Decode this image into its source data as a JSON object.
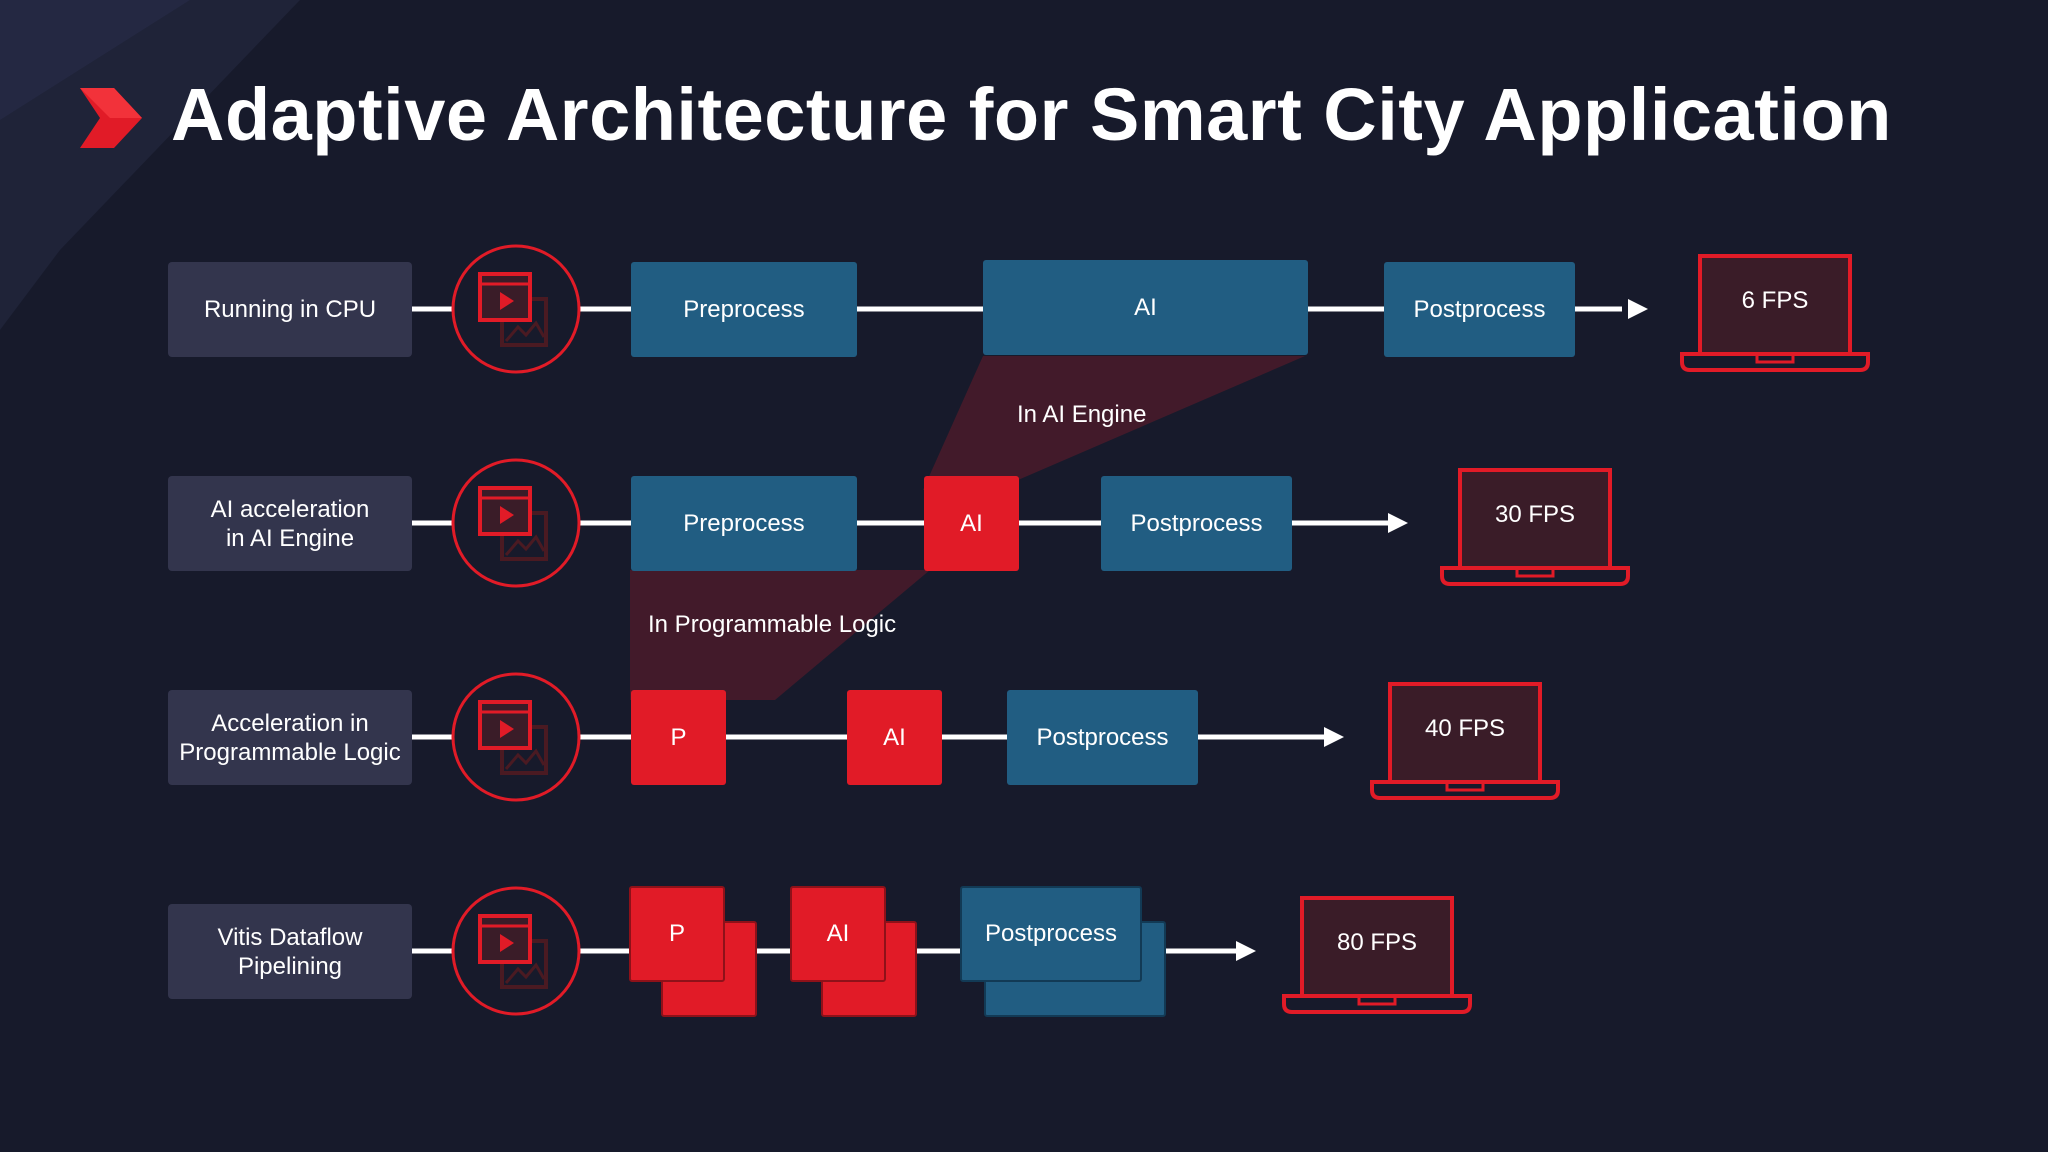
{
  "title": "Adaptive Architecture for Smart City Application",
  "colors": {
    "background": "#171a2b",
    "label_box": "#33354d",
    "blue_stage": "#215d82",
    "red_stage": "#e11b27",
    "accent_outline": "#e11b27"
  },
  "icons": [
    "chevron-right-icon",
    "video-icon",
    "image-icon",
    "laptop-icon",
    "arrow-right-icon"
  ],
  "rows": [
    {
      "label": [
        "Running in CPU"
      ],
      "stages": [
        "Preprocess",
        "AI",
        "Postprocess"
      ],
      "fps": "6 FPS"
    },
    {
      "label": [
        "AI acceleration",
        "in AI Engine"
      ],
      "stages": [
        "Preprocess",
        "AI",
        "Postprocess"
      ],
      "fps": "30 FPS"
    },
    {
      "label": [
        "Acceleration in",
        "Programmable Logic"
      ],
      "stages": [
        "P",
        "AI",
        "Postprocess"
      ],
      "fps": "40 FPS"
    },
    {
      "label": [
        "Vitis Dataflow",
        "Pipelining"
      ],
      "stages": [
        "P",
        "AI",
        "Postprocess"
      ],
      "fps": "80 FPS"
    }
  ],
  "annotations": {
    "ai_engine": "In AI Engine",
    "programmable_logic": "In Programmable Logic"
  }
}
